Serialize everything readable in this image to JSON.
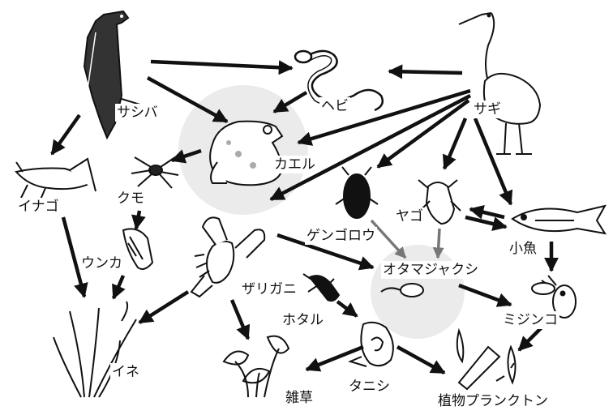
{
  "labels": {
    "sashiba": "サシバ",
    "sagi": "サギ",
    "hebi": "ヘビ",
    "kaeru": "カエル",
    "inago": "イナゴ",
    "kumo": "クモ",
    "unka": "ウンカ",
    "genguro": "ゲンゴロウ",
    "yago": "ヤゴ",
    "kozakana": "小魚",
    "otamajakushi": "オタマジャクシ",
    "zarigani": "ザリガニ",
    "hotaru": "ホタル",
    "mijinko": "ミジンコ",
    "ine": "イネ",
    "zassou": "雑草",
    "tanishi": "タニシ",
    "plankton": "植物プランクトン"
  },
  "colors": {
    "ink": "#111111",
    "shadow": "#ebebeb"
  }
}
